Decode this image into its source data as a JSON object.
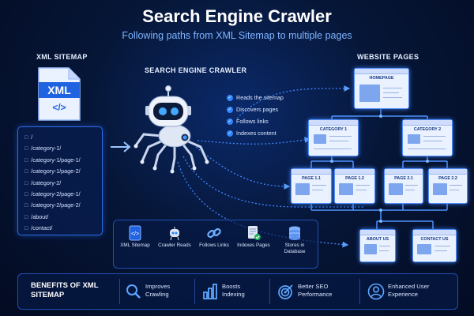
{
  "title": "Search Engine Crawler",
  "subtitle": "Following paths from XML Sitemap to multiple pages",
  "xml_sitemap": {
    "header": "XML SITEMAP",
    "icon_label": "XML",
    "code_glyph": "</>",
    "urls": [
      "/",
      "/category-1/",
      "/category-1/page-1/",
      "/category-1/page-2/",
      "/category-2/",
      "/category-2/page-1/",
      "/category-2/page-2/",
      "/about/",
      "/contact/"
    ]
  },
  "crawler": {
    "header": "SEARCH ENGINE CRAWLER",
    "features": [
      "Reads the sitemap",
      "Discovers pages",
      "Follows links",
      "Indexes content"
    ]
  },
  "website": {
    "header": "WEBSITE PAGES",
    "pages": {
      "home": "HOMEPAGE",
      "cat1": "CATEGORY 1",
      "cat2": "CATEGORY 2",
      "p11": "PAGE 1.1",
      "p12": "PAGE 1.2",
      "p21": "PAGE 2.1",
      "p22": "PAGE 2.2",
      "about": "ABOUT US",
      "contact": "CONTACT US"
    }
  },
  "steps": [
    {
      "icon": "xml-code-icon",
      "label": "XML Sitemap"
    },
    {
      "icon": "robot-icon",
      "label": "Crawler Reads"
    },
    {
      "icon": "link-icon",
      "label": "Follows Links"
    },
    {
      "icon": "indexed-doc-icon",
      "label": "Indexes Pages"
    },
    {
      "icon": "database-icon",
      "label": "Stores in Database"
    }
  ],
  "benefits": {
    "title": "BENEFITS OF XML SITEMAP",
    "items": [
      {
        "icon": "search-icon",
        "label": "Improves Crawling"
      },
      {
        "icon": "bar-chart-icon",
        "label": "Boosts Indexing"
      },
      {
        "icon": "target-icon",
        "label": "Better SEO Performance"
      },
      {
        "icon": "user-icon",
        "label": "Enhanced User Experience"
      }
    ]
  },
  "colors": {
    "accent": "#2f86ff",
    "background": "#061637",
    "card": "#eaf1ff",
    "wire": "#3f86ff"
  }
}
